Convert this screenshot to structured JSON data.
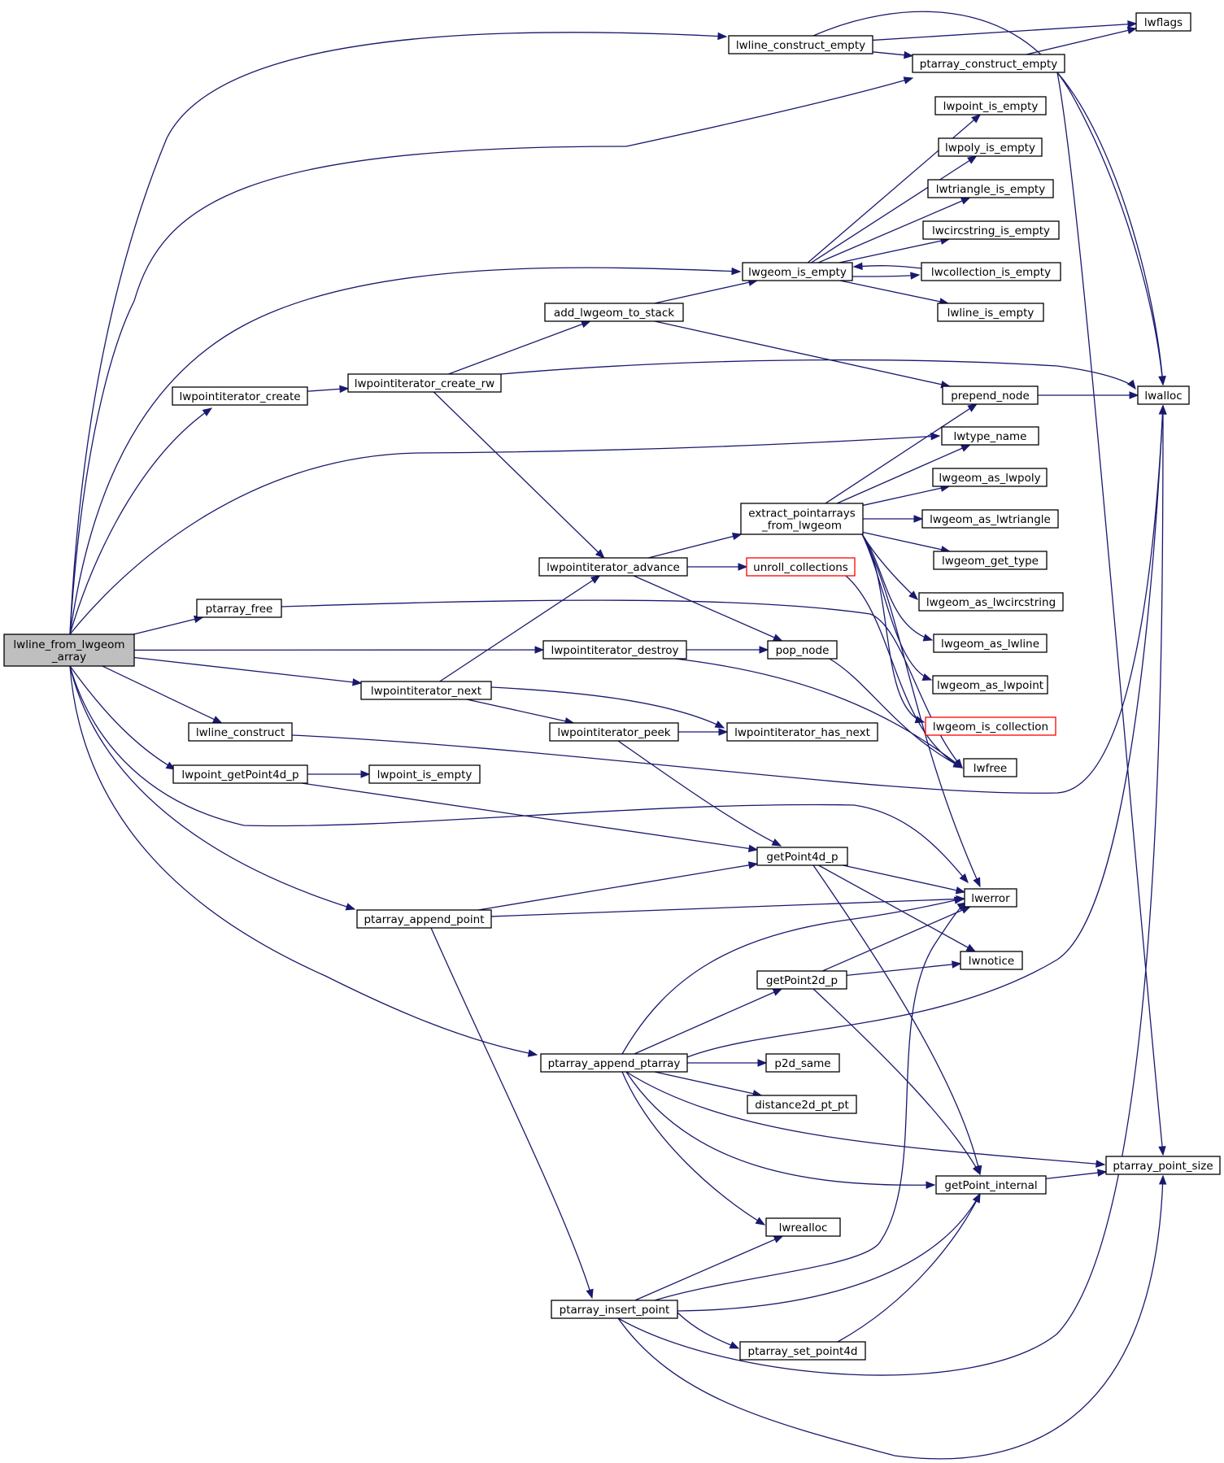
{
  "colors": {
    "edge": "#191970",
    "root_fill": "#bfbfbf",
    "truncated_border": "#ff0000"
  },
  "nodes": [
    {
      "id": "root",
      "lines": [
        "lwline_from_lwgeom",
        "_array"
      ],
      "root": true
    },
    {
      "id": "lwline_construct_empty",
      "lines": [
        "lwline_construct_empty"
      ]
    },
    {
      "id": "lwflags",
      "lines": [
        "lwflags"
      ]
    },
    {
      "id": "ptarray_construct_empty",
      "lines": [
        "ptarray_construct_empty"
      ]
    },
    {
      "id": "lwpoint_is_empty_a",
      "lines": [
        "lwpoint_is_empty"
      ]
    },
    {
      "id": "lwpoly_is_empty",
      "lines": [
        "lwpoly_is_empty"
      ]
    },
    {
      "id": "lwtriangle_is_empty",
      "lines": [
        "lwtriangle_is_empty"
      ]
    },
    {
      "id": "lwcircstring_is_empty",
      "lines": [
        "lwcircstring_is_empty"
      ]
    },
    {
      "id": "lwgeom_is_empty",
      "lines": [
        "lwgeom_is_empty"
      ]
    },
    {
      "id": "lwcollection_is_empty",
      "lines": [
        "lwcollection_is_empty"
      ]
    },
    {
      "id": "add_lwgeom_to_stack",
      "lines": [
        "add_lwgeom_to_stack"
      ]
    },
    {
      "id": "lwline_is_empty",
      "lines": [
        "lwline_is_empty"
      ]
    },
    {
      "id": "lwpointiterator_create",
      "lines": [
        "lwpointiterator_create"
      ]
    },
    {
      "id": "lwpointiterator_create_rw",
      "lines": [
        "lwpointiterator_create_rw"
      ]
    },
    {
      "id": "prepend_node",
      "lines": [
        "prepend_node"
      ]
    },
    {
      "id": "lwalloc",
      "lines": [
        "lwalloc"
      ]
    },
    {
      "id": "lwtype_name",
      "lines": [
        "lwtype_name"
      ]
    },
    {
      "id": "lwgeom_as_lwpoly",
      "lines": [
        "lwgeom_as_lwpoly"
      ]
    },
    {
      "id": "extract_pointarrays",
      "lines": [
        "extract_pointarrays",
        "_from_lwgeom"
      ]
    },
    {
      "id": "lwgeom_as_lwtriangle",
      "lines": [
        "lwgeom_as_lwtriangle"
      ]
    },
    {
      "id": "lwpointiterator_advance",
      "lines": [
        "lwpointiterator_advance"
      ]
    },
    {
      "id": "unroll_collections",
      "lines": [
        "unroll_collections"
      ],
      "red": true
    },
    {
      "id": "lwgeom_get_type",
      "lines": [
        "lwgeom_get_type"
      ]
    },
    {
      "id": "ptarray_free",
      "lines": [
        "ptarray_free"
      ]
    },
    {
      "id": "lwgeom_as_lwcircstring",
      "lines": [
        "lwgeom_as_lwcircstring"
      ]
    },
    {
      "id": "lwpointiterator_destroy",
      "lines": [
        "lwpointiterator_destroy"
      ]
    },
    {
      "id": "pop_node",
      "lines": [
        "pop_node"
      ]
    },
    {
      "id": "lwgeom_as_lwline",
      "lines": [
        "lwgeom_as_lwline"
      ]
    },
    {
      "id": "lwpointiterator_next",
      "lines": [
        "lwpointiterator_next"
      ]
    },
    {
      "id": "lwgeom_as_lwpoint",
      "lines": [
        "lwgeom_as_lwpoint"
      ]
    },
    {
      "id": "lwline_construct",
      "lines": [
        "lwline_construct"
      ]
    },
    {
      "id": "lwpointiterator_peek",
      "lines": [
        "lwpointiterator_peek"
      ]
    },
    {
      "id": "lwpointiterator_has_next",
      "lines": [
        "lwpointiterator_has_next"
      ]
    },
    {
      "id": "lwgeom_is_collection",
      "lines": [
        "lwgeom_is_collection"
      ],
      "red": true
    },
    {
      "id": "lwfree",
      "lines": [
        "lwfree"
      ]
    },
    {
      "id": "lwpoint_getPoint4d_p",
      "lines": [
        "lwpoint_getPoint4d_p"
      ]
    },
    {
      "id": "lwpoint_is_empty_b",
      "lines": [
        "lwpoint_is_empty"
      ]
    },
    {
      "id": "getPoint4d_p",
      "lines": [
        "getPoint4d_p"
      ]
    },
    {
      "id": "lwerror",
      "lines": [
        "lwerror"
      ]
    },
    {
      "id": "ptarray_append_point",
      "lines": [
        "ptarray_append_point"
      ]
    },
    {
      "id": "lwnotice",
      "lines": [
        "lwnotice"
      ]
    },
    {
      "id": "getPoint2d_p",
      "lines": [
        "getPoint2d_p"
      ]
    },
    {
      "id": "ptarray_append_ptarray",
      "lines": [
        "ptarray_append_ptarray"
      ]
    },
    {
      "id": "p2d_same",
      "lines": [
        "p2d_same"
      ]
    },
    {
      "id": "distance2d_pt_pt",
      "lines": [
        "distance2d_pt_pt"
      ]
    },
    {
      "id": "ptarray_point_size",
      "lines": [
        "ptarray_point_size"
      ]
    },
    {
      "id": "getPoint_internal",
      "lines": [
        "getPoint_internal"
      ]
    },
    {
      "id": "lwrealloc",
      "lines": [
        "lwrealloc"
      ]
    },
    {
      "id": "ptarray_insert_point",
      "lines": [
        "ptarray_insert_point"
      ]
    },
    {
      "id": "ptarray_set_point4d",
      "lines": [
        "ptarray_set_point4d"
      ]
    }
  ],
  "edges": [
    [
      "root",
      "lwline_construct_empty"
    ],
    [
      "root",
      "ptarray_construct_empty"
    ],
    [
      "root",
      "lwgeom_is_empty"
    ],
    [
      "root",
      "lwpointiterator_create"
    ],
    [
      "root",
      "lwtype_name"
    ],
    [
      "root",
      "ptarray_free"
    ],
    [
      "root",
      "lwpointiterator_destroy"
    ],
    [
      "root",
      "lwpointiterator_next"
    ],
    [
      "root",
      "lwline_construct"
    ],
    [
      "root",
      "lwpoint_getPoint4d_p"
    ],
    [
      "root",
      "lwerror"
    ],
    [
      "root",
      "ptarray_append_point"
    ],
    [
      "root",
      "ptarray_append_ptarray"
    ],
    [
      "lwline_construct_empty",
      "lwflags"
    ],
    [
      "lwline_construct_empty",
      "ptarray_construct_empty"
    ],
    [
      "lwline_construct_empty",
      "lwalloc"
    ],
    [
      "ptarray_construct_empty",
      "lwflags"
    ],
    [
      "ptarray_construct_empty",
      "lwalloc"
    ],
    [
      "ptarray_construct_empty",
      "ptarray_point_size"
    ],
    [
      "lwgeom_is_empty",
      "lwpoint_is_empty_a"
    ],
    [
      "lwgeom_is_empty",
      "lwpoly_is_empty"
    ],
    [
      "lwgeom_is_empty",
      "lwtriangle_is_empty"
    ],
    [
      "lwgeom_is_empty",
      "lwcircstring_is_empty"
    ],
    [
      "lwgeom_is_empty",
      "lwcollection_is_empty"
    ],
    [
      "lwgeom_is_empty",
      "lwline_is_empty"
    ],
    [
      "lwcollection_is_empty",
      "lwgeom_is_empty"
    ],
    [
      "add_lwgeom_to_stack",
      "lwgeom_is_empty"
    ],
    [
      "add_lwgeom_to_stack",
      "prepend_node"
    ],
    [
      "lwpointiterator_create",
      "lwpointiterator_create_rw"
    ],
    [
      "lwpointiterator_create_rw",
      "add_lwgeom_to_stack"
    ],
    [
      "lwpointiterator_create_rw",
      "lwalloc"
    ],
    [
      "lwpointiterator_create_rw",
      "lwpointiterator_advance"
    ],
    [
      "prepend_node",
      "lwalloc"
    ],
    [
      "extract_pointarrays",
      "prepend_node"
    ],
    [
      "extract_pointarrays",
      "lwtype_name"
    ],
    [
      "extract_pointarrays",
      "lwgeom_as_lwpoly"
    ],
    [
      "extract_pointarrays",
      "lwgeom_as_lwtriangle"
    ],
    [
      "extract_pointarrays",
      "lwgeom_get_type"
    ],
    [
      "extract_pointarrays",
      "lwgeom_as_lwcircstring"
    ],
    [
      "extract_pointarrays",
      "lwgeom_as_lwline"
    ],
    [
      "extract_pointarrays",
      "lwgeom_as_lwpoint"
    ],
    [
      "extract_pointarrays",
      "lwgeom_is_collection"
    ],
    [
      "extract_pointarrays",
      "lwerror"
    ],
    [
      "lwpointiterator_advance",
      "extract_pointarrays"
    ],
    [
      "lwpointiterator_advance",
      "unroll_collections"
    ],
    [
      "lwpointiterator_advance",
      "pop_node"
    ],
    [
      "unroll_collections",
      "lwfree"
    ],
    [
      "ptarray_free",
      "lwfree"
    ],
    [
      "lwpointiterator_destroy",
      "pop_node"
    ],
    [
      "lwpointiterator_destroy",
      "lwfree"
    ],
    [
      "pop_node",
      "lwfree"
    ],
    [
      "lwpointiterator_next",
      "lwpointiterator_advance"
    ],
    [
      "lwpointiterator_next",
      "lwpointiterator_peek"
    ],
    [
      "lwpointiterator_next",
      "lwpointiterator_has_next"
    ],
    [
      "lwpointiterator_peek",
      "lwpointiterator_has_next"
    ],
    [
      "lwpointiterator_peek",
      "getPoint4d_p"
    ],
    [
      "lwline_construct",
      "lwalloc"
    ],
    [
      "lwpoint_getPoint4d_p",
      "lwpoint_is_empty_b"
    ],
    [
      "lwpoint_getPoint4d_p",
      "getPoint4d_p"
    ],
    [
      "getPoint4d_p",
      "lwerror"
    ],
    [
      "getPoint4d_p",
      "lwnotice"
    ],
    [
      "getPoint4d_p",
      "getPoint_internal"
    ],
    [
      "ptarray_append_point",
      "getPoint4d_p"
    ],
    [
      "ptarray_append_point",
      "lwerror"
    ],
    [
      "ptarray_append_point",
      "ptarray_insert_point"
    ],
    [
      "getPoint2d_p",
      "lwerror"
    ],
    [
      "getPoint2d_p",
      "lwnotice"
    ],
    [
      "getPoint2d_p",
      "getPoint_internal"
    ],
    [
      "ptarray_append_ptarray",
      "lwerror"
    ],
    [
      "ptarray_append_ptarray",
      "getPoint2d_p"
    ],
    [
      "ptarray_append_ptarray",
      "lwalloc"
    ],
    [
      "ptarray_append_ptarray",
      "p2d_same"
    ],
    [
      "ptarray_append_ptarray",
      "distance2d_pt_pt"
    ],
    [
      "ptarray_append_ptarray",
      "ptarray_point_size"
    ],
    [
      "ptarray_append_ptarray",
      "getPoint_internal"
    ],
    [
      "ptarray_append_ptarray",
      "lwrealloc"
    ],
    [
      "getPoint_internal",
      "ptarray_point_size"
    ],
    [
      "ptarray_insert_point",
      "lwrealloc"
    ],
    [
      "ptarray_insert_point",
      "lwerror"
    ],
    [
      "ptarray_insert_point",
      "getPoint_internal"
    ],
    [
      "ptarray_insert_point",
      "ptarray_set_point4d"
    ],
    [
      "ptarray_insert_point",
      "lwalloc"
    ],
    [
      "ptarray_insert_point",
      "ptarray_point_size"
    ],
    [
      "ptarray_set_point4d",
      "getPoint_internal"
    ]
  ]
}
